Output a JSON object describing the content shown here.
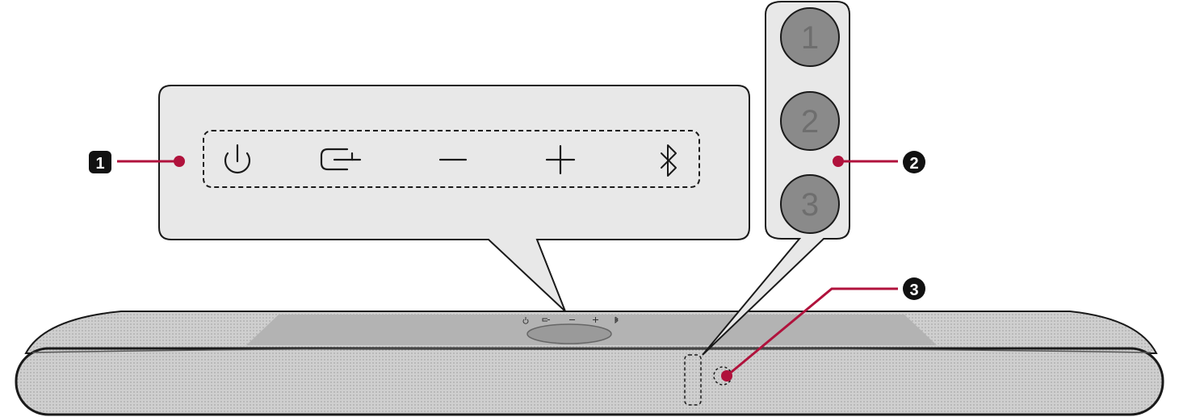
{
  "colors": {
    "accent": "#b0123c",
    "bar_body": "#c8c8c8",
    "bar_top": "#b3b3b3",
    "callout_fill": "#e8e8e8",
    "outline": "#1a1a1a",
    "led_fill": "#8a8a8a",
    "led_text": "#6e6e6e"
  },
  "callouts": [
    {
      "marker": "1",
      "target": "button-panel"
    },
    {
      "marker": "2",
      "target": "led-indicators"
    },
    {
      "marker": "3",
      "target": "remote-sensor"
    }
  ],
  "button_panel": {
    "icons": [
      "power-icon",
      "function-icon",
      "volume-down-icon",
      "volume-up-icon",
      "bluetooth-icon"
    ]
  },
  "led_indicators": {
    "labels": [
      "1",
      "2",
      "3"
    ]
  }
}
